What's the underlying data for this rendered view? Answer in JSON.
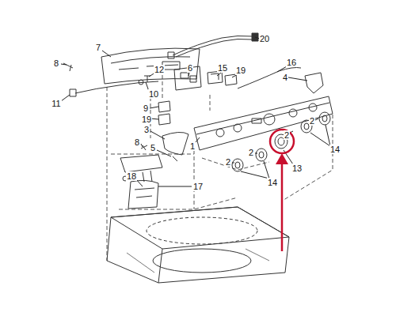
{
  "diagram": {
    "labels": [
      "20",
      "7",
      "8",
      "12",
      "6",
      "15",
      "19",
      "16",
      "4",
      "11",
      "10",
      "9",
      "19",
      "3",
      "5",
      "1",
      "2",
      "2",
      "13",
      "14",
      "8",
      "18",
      "17",
      "2",
      "2",
      "14"
    ]
  }
}
